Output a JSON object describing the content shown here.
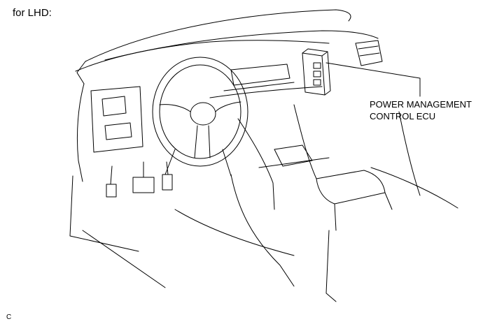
{
  "caption": "for LHD:",
  "callout": {
    "line1": "POWER MANAGEMENT",
    "line2": "CONTROL ECU"
  },
  "figure_code": "C"
}
